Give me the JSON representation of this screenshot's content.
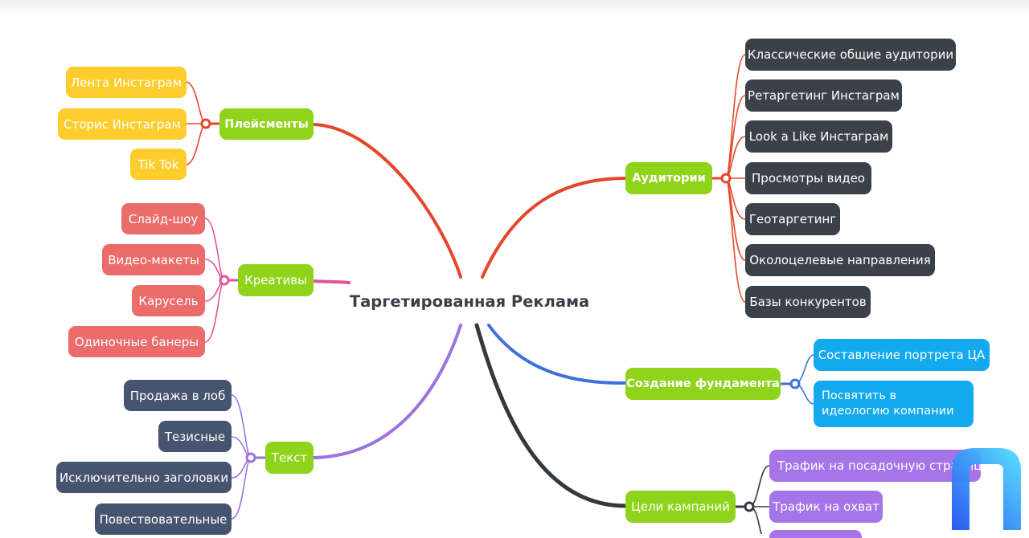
{
  "center": {
    "label": "Таргетированная Реклама"
  },
  "branches": {
    "placements": {
      "label": "Плейсменты",
      "color": "#e5462b",
      "items": [
        "Лента Инстаграм",
        "Сторис Инстаграм",
        "Tik Tok"
      ]
    },
    "creatives": {
      "label": "Креативы",
      "color": "#e2549a",
      "items": [
        "Слайд-шоу",
        "Видео-макеты",
        "Карусель",
        "Одиночные банеры"
      ]
    },
    "text": {
      "label": "Текст",
      "color": "#9b72e0",
      "items": [
        "Продажа в лоб",
        "Тезисные",
        "Исключительно заголовки",
        "Повествовательные"
      ]
    },
    "audiences": {
      "label": "Аудитории",
      "color": "#e5462b",
      "items": [
        "Классические общие аудитории",
        "Ретаргетинг Инстаграм",
        "Look a Like Инстаграм",
        "Просмотры видео",
        "Геотаргетинг",
        "Околоцелевые направления",
        "Базы конкурентов"
      ]
    },
    "foundation": {
      "label": "Создание фундамента",
      "color": "#3f6fe0",
      "items": [
        "Составление портрета ЦА",
        "Посвятить в идеологию компании"
      ]
    },
    "goals": {
      "label": "Цели кампаний",
      "color": "#33393f",
      "items": [
        "Трафик на посадочную страницу",
        "Трафик на охват"
      ]
    }
  },
  "colors": {
    "branch_node": "#8fd41a",
    "placements_leaf": "#fccd2d",
    "creatives_leaf": "#ec6b6b",
    "text_leaf": "#475470",
    "audiences_leaf": "#3b4148",
    "foundation_leaf": "#12a9ef",
    "goals_leaf": "#a574e8",
    "logo_gradient_start": "#2050f0",
    "logo_gradient_end": "#50e0ff"
  },
  "icons": {
    "logo": "brand-logo-icon"
  }
}
